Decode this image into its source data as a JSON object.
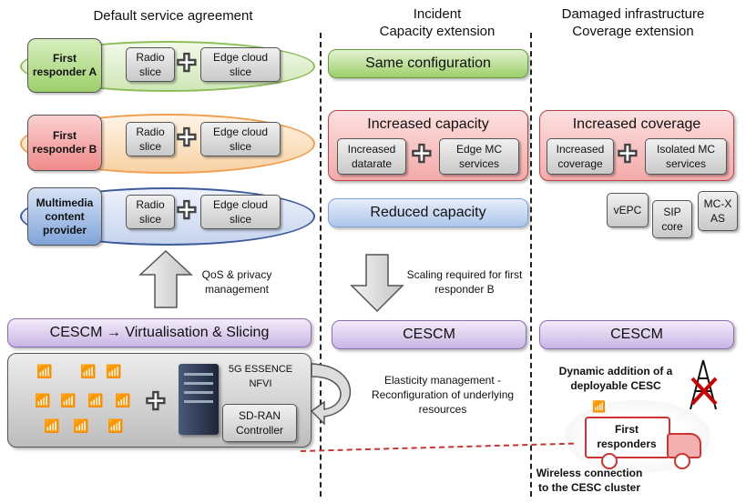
{
  "headers": {
    "col1": "Default service agreement",
    "col2_line1": "Incident",
    "col2_line2": "Capacity extension",
    "col3_line1": "Damaged infrastructure",
    "col3_line2": "Coverage extension"
  },
  "rows": [
    {
      "tag": "First responder A",
      "slice1": "Radio slice",
      "slice2": "Edge cloud slice"
    },
    {
      "tag": "First responder B",
      "slice1": "Radio slice",
      "slice2": "Edge cloud slice"
    },
    {
      "tag": "Multimedia content provider",
      "slice1": "Radio slice",
      "slice2": "Edge cloud slice"
    }
  ],
  "incident": {
    "same_config": "Same configuration",
    "increased_capacity": "Increased capacity",
    "increased_datarate": "Increased datarate",
    "edge_mc_services": "Edge MC services",
    "reduced_capacity": "Reduced capacity",
    "scaling_note": "Scaling required for first responder B"
  },
  "coverage": {
    "increased_coverage_title": "Increased coverage",
    "increased_coverage": "Increased coverage",
    "isolated_mc_services": "Isolated MC services",
    "vepc": "vEPC",
    "sip_core": "SIP core",
    "mcx_as": "MC-X AS",
    "dynamic_addition": "Dynamic addition of a deployable CESC",
    "first_responders": "First responders",
    "wireless_connection": "Wireless connection to the CESC cluster"
  },
  "qos_note": "QoS & privacy management",
  "cescm_main": "CESCM → Virtualisation & Slicing",
  "cescm": "CESCM",
  "nfvi_label": "5G ESSENCE NFVI",
  "sdran": "SD-RAN Controller",
  "elasticity_note": "Elasticity management - Reconfiguration of underlying resources",
  "colors": {
    "green": "#9ccf6a",
    "red": "#f08a8a",
    "orange": "#f4b26b",
    "blue": "#7fa3d9",
    "purple": "#c9b5e4"
  }
}
